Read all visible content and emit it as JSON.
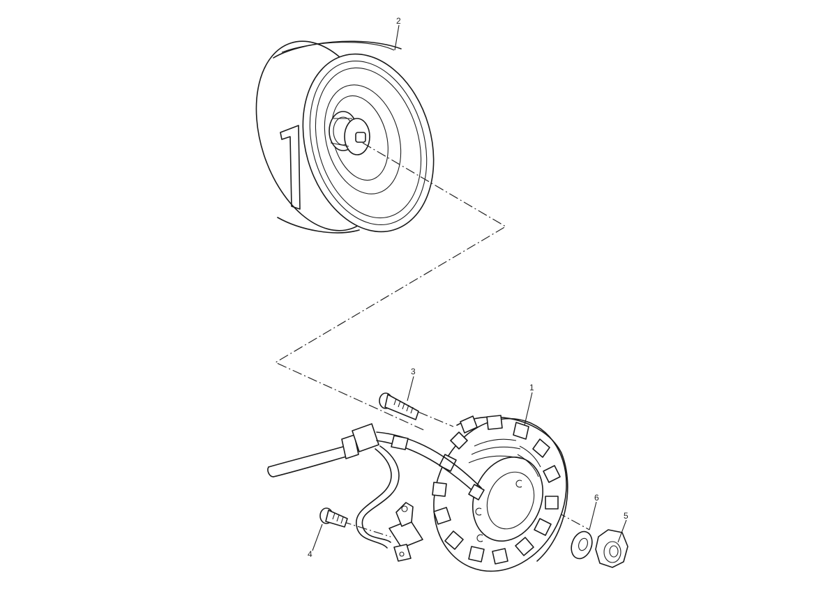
{
  "callouts": {
    "p1": "1",
    "p2": "2",
    "p3": "3",
    "p4": "4",
    "p5": "5",
    "p6": "6"
  }
}
